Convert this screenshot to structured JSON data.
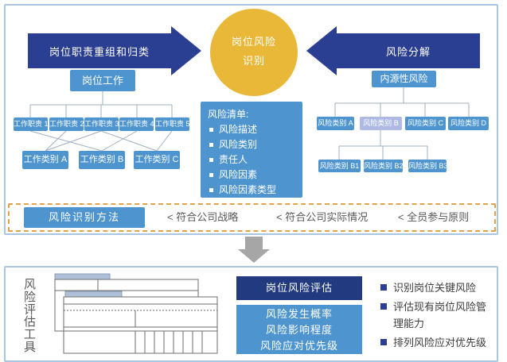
{
  "colors": {
    "navy": "#2B3F92",
    "navy-dark": "#223A80",
    "blue": "#4E95D0",
    "lavender": "#AFBAE4",
    "yellow": "#E9B838",
    "panel-border": "#A9C7E4",
    "dashed-border": "#E2A24B",
    "gray-arrow": "#A6A6A6",
    "text-gray": "#595959",
    "line-gray": "#9FB0C0",
    "table-line": "#6E6E6E",
    "bar-fill": "#AEC0D8",
    "bar-stroke": "#8A9BB5"
  },
  "top": {
    "left_arrow_label": "岗位职责重组和归类",
    "right_arrow_label": "风险分解",
    "circle_line1": "岗位风险",
    "circle_line2": "识别",
    "job_root": "岗位工作",
    "duties": [
      "工作职责 1",
      "工作职责 2",
      "工作职责 3",
      "工作职责 4",
      "工作职责 5"
    ],
    "job_categories": [
      "工作类别 A",
      "工作类别 B",
      "工作类别 C"
    ],
    "risk_list": {
      "title": "风险清单:",
      "items": [
        "风险描述",
        "风险类别",
        "责任人",
        "风险因素",
        "风险因素类型"
      ]
    },
    "endo_root": "内源性风险",
    "risk_categories": [
      "风险类别 A",
      "风险类别 B",
      "风险类别 C",
      "风险类别 D"
    ],
    "risk_subcategories": [
      "风险类别 B1",
      "风险类别 B2",
      "风险类别 B3"
    ],
    "method_label": "风险识别方法",
    "principles": [
      "< 符合公司战略",
      "< 符合公司实际情况",
      "< 全员参与原则"
    ]
  },
  "bottom": {
    "tool_label": "风险评估工具",
    "assessment_title": "岗位风险评估",
    "assessment_items": [
      "风险发生概率",
      "风险影响程度",
      "风险应对优先级"
    ],
    "outcomes": [
      "识别岗位关键风险",
      "评估现有岗位风险管理能力",
      "排列风险应对优先级"
    ]
  }
}
